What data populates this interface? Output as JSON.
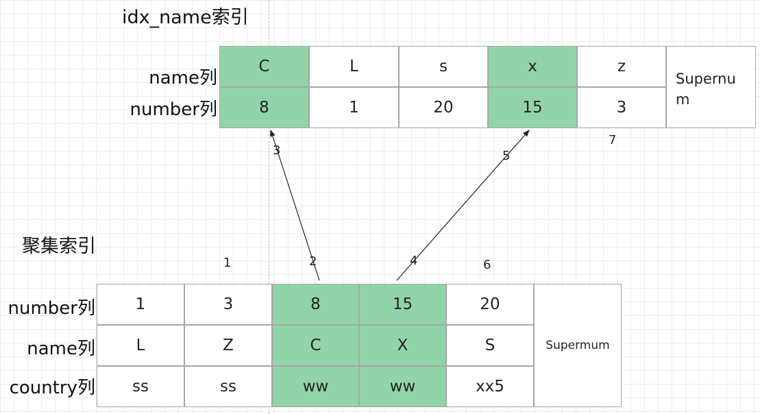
{
  "secondary_index": {
    "title": "idx_name索引",
    "row_labels": [
      "name列",
      "number列"
    ],
    "name_row": [
      "C",
      "L",
      "s",
      "x",
      "z"
    ],
    "number_row": [
      "8",
      "1",
      "20",
      "15",
      "3"
    ],
    "supremum_label": "Supernu\nm",
    "highlight_columns": [
      0,
      3
    ]
  },
  "clustered_index": {
    "title": "聚集索引",
    "row_labels": [
      "number列",
      "name列",
      "country列"
    ],
    "number_row": [
      "1",
      "3",
      "8",
      "15",
      "20"
    ],
    "name_row": [
      "L",
      "Z",
      "C",
      "X",
      "S"
    ],
    "country_row": [
      "ss",
      "ss",
      "ww",
      "ww",
      "xx5"
    ],
    "supremum_label": "Supermum",
    "highlight_columns": [
      2,
      3
    ]
  },
  "step_numbers": {
    "s1": "1",
    "s2": "2",
    "s3": "3",
    "s4": "4",
    "s5": "5",
    "s6": "6",
    "s7": "7"
  },
  "colors": {
    "highlight": "#92d4aa",
    "border": "#a6a6a6",
    "grid": "#ececec"
  }
}
